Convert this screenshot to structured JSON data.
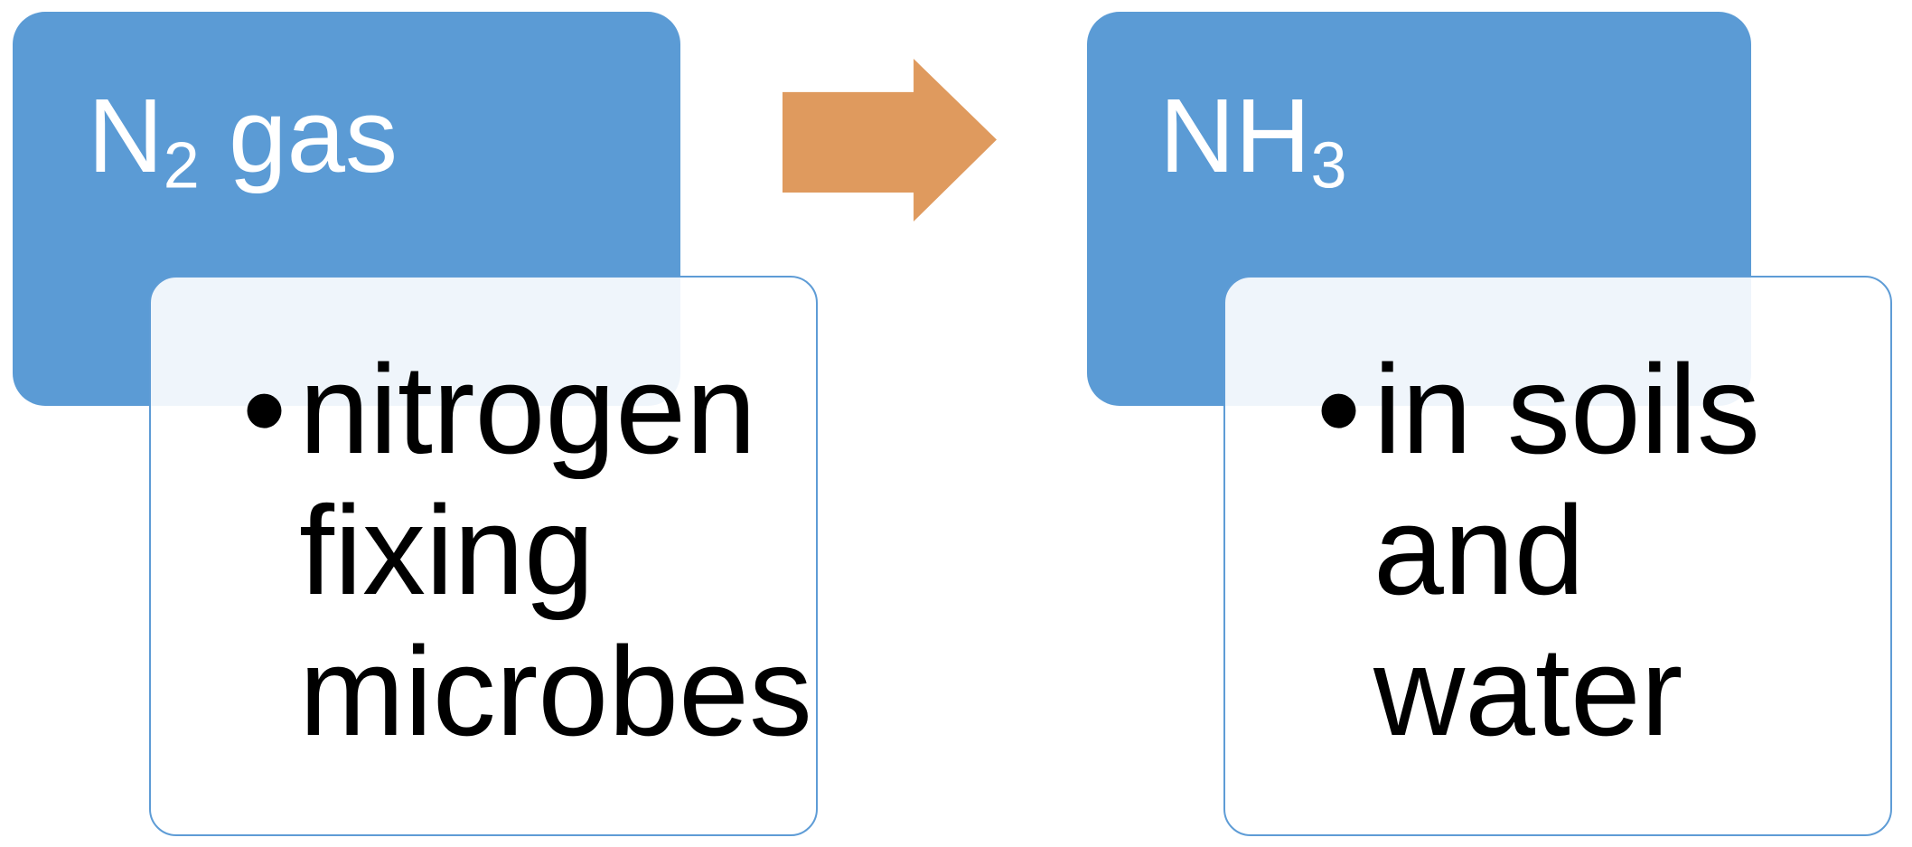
{
  "diagram": {
    "type": "smartart-process",
    "nodes": [
      {
        "formula_base": "N",
        "formula_sub": "2",
        "formula_suffix": " gas",
        "bullet": "•",
        "note": "nitrogen fixing microbes"
      },
      {
        "formula_base": "NH",
        "formula_sub": "3",
        "formula_suffix": "",
        "bullet": "•",
        "note": "in soils and water"
      }
    ],
    "connector": {
      "shape": "right-arrow"
    }
  },
  "colors": {
    "box_fill": "#5B9BD5",
    "card_fill_overlap_tint": "#EDF3FB",
    "card_border": "#5E9CD6",
    "arrow_fill": "#DF9A5E",
    "title_text": "#FFFFFF",
    "note_text": "#000000",
    "background": "#FFFFFF"
  }
}
